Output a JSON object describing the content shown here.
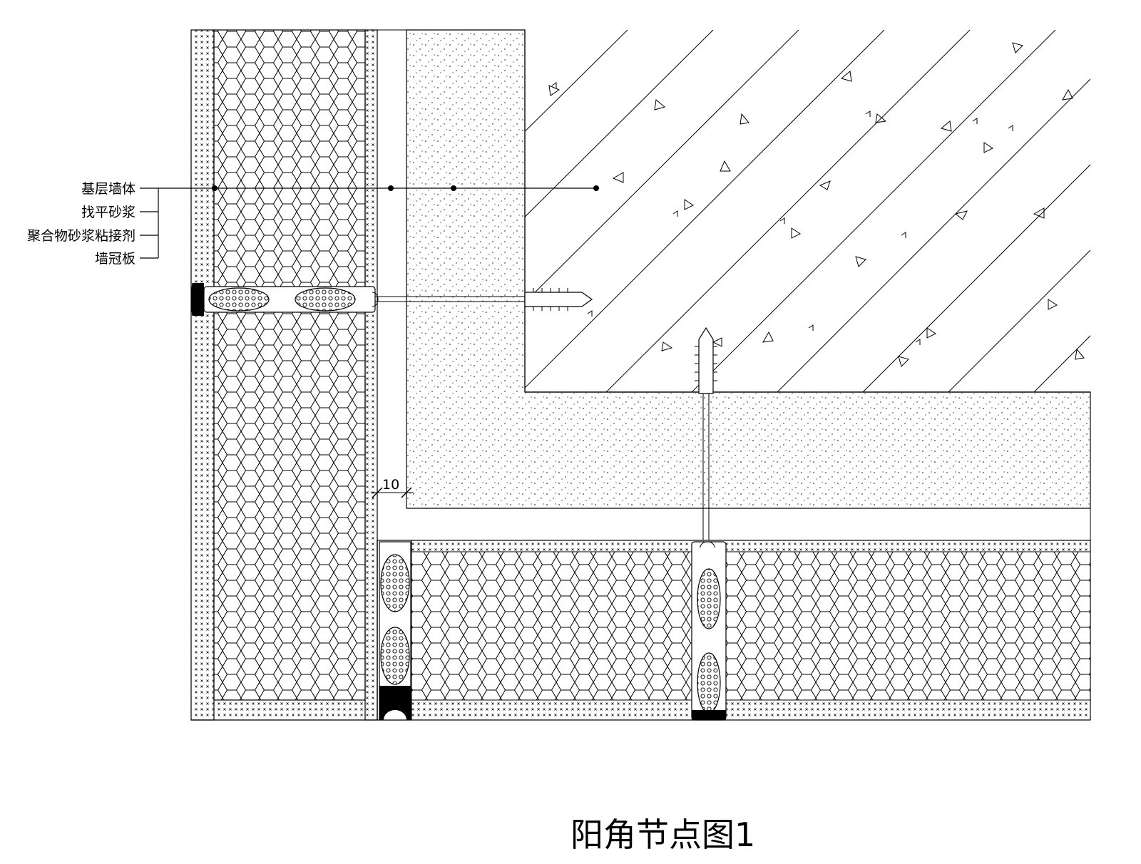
{
  "title": "阳角节点图1",
  "labels": {
    "base_wall": "基层墙体",
    "leveling_mortar": "找平砂浆",
    "polymer_adhesive": "聚合物砂浆粘接剂",
    "wall_panel": "墙冠板"
  },
  "dimension": "10"
}
